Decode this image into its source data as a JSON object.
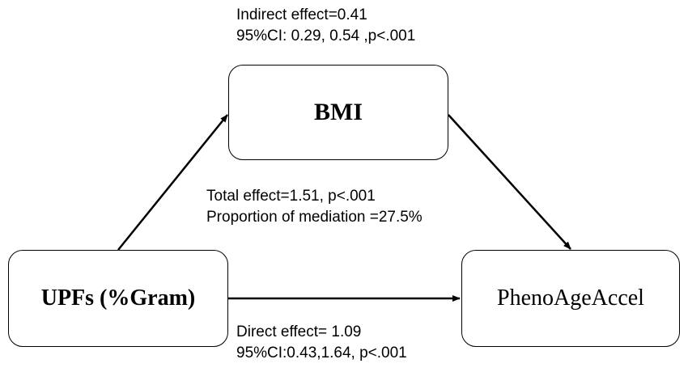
{
  "nodes": {
    "mediator": {
      "label": "BMI"
    },
    "exposure": {
      "label": "UPFs (%Gram)"
    },
    "outcome": {
      "label": "PhenoAgeAccel"
    }
  },
  "annotations": {
    "indirect": {
      "line1": "Indirect effect=0.41",
      "line2": "95%CI: 0.29, 0.54 ,p<.001"
    },
    "total": {
      "line1": "Total effect=1.51, p<.001",
      "line2": "Proportion of mediation =27.5%"
    },
    "direct": {
      "line1": "Direct effect= 1.09",
      "line2": "95%CI:0.43,1.64, p<.001"
    }
  },
  "edges": [
    {
      "from": "exposure",
      "to": "mediator",
      "label": ""
    },
    {
      "from": "mediator",
      "to": "outcome",
      "label": ""
    },
    {
      "from": "exposure",
      "to": "outcome",
      "label": ""
    }
  ]
}
